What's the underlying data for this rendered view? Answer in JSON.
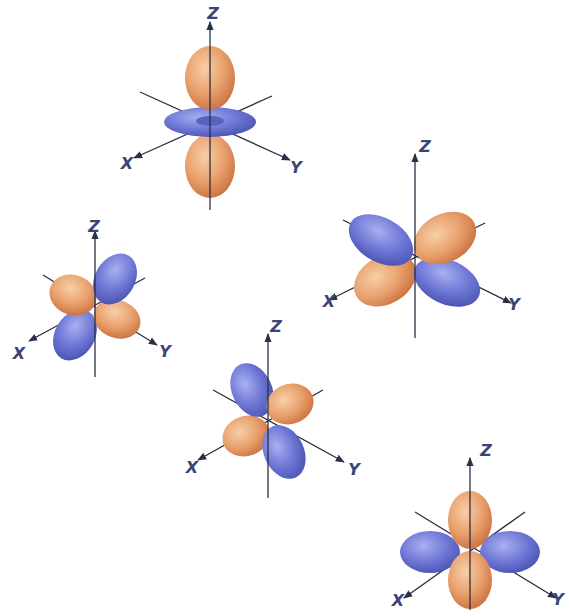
{
  "diagram": {
    "labels": [
      "Z",
      "X",
      "Y",
      "Z",
      "X",
      "Y",
      "Z",
      "X",
      "Y",
      "Z",
      "X",
      "Y",
      "Z",
      "X",
      "Y"
    ]
  }
}
